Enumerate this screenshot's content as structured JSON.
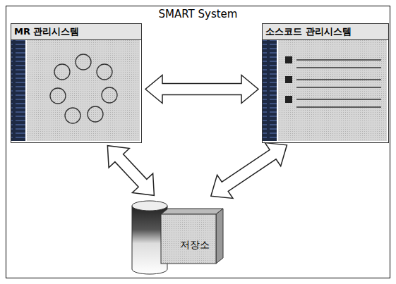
{
  "diagram": {
    "nodes": [
      {
        "text": [
          "SMART System"
        ]
      },
      {
        "text": [
          "MR 관리시스템"
        ],
        "in": 0
      },
      {
        "text": [
          "소스코드 관리시스템"
        ],
        "in": 0
      },
      {
        "text": [
          "저장소"
        ],
        "in": 0
      }
    ],
    "edges": [
      {
        "from": 1,
        "to": 2,
        "arrow": "both"
      },
      {
        "from": 3,
        "to": 1,
        "arrow": "both"
      },
      {
        "from": 3,
        "to": 2,
        "arrow": "both"
      }
    ]
  }
}
